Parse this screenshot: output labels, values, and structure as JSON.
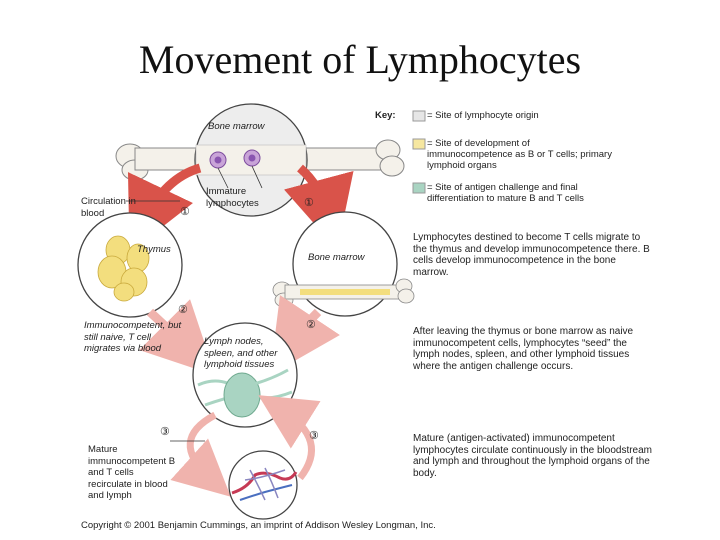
{
  "title": "Movement of Lymphocytes",
  "key": {
    "label": "Key:",
    "items": [
      {
        "text": "= Site of lymphocyte origin",
        "color": "#e6e6e6"
      },
      {
        "text": "= Site of development of immunocompetence as B or T cells; primary lymphoid organs",
        "color": "#f6e7a0"
      },
      {
        "text": "= Site of antigen challenge and final differentiation to mature B and T cells",
        "color": "#a9d4c2"
      }
    ]
  },
  "labels": {
    "bone_marrow_top": "Bone marrow",
    "immature_lymphocytes": "Immature lymphocytes",
    "circulation_in_blood": "Circulation in blood",
    "thymus": "Thymus",
    "bone_marrow_right": "Bone marrow",
    "immunocompetent": "Immunocompetent, but still naive, T cell migrates via blood",
    "lymph_nodes": "Lymph nodes, spleen, and other lymphoid tissues",
    "mature": "Mature immunocompetent B and T cells recirculate in blood and lymph"
  },
  "steps": {
    "one_left": "①",
    "one_right": "①",
    "two_left": "②",
    "two_right": "②",
    "three_left": "③",
    "three_right": "③"
  },
  "descriptions": {
    "d1": "Lymphocytes destined to become T cells migrate to the thymus and develop immunocompetence there. B cells develop immunocompetence in the bone marrow.",
    "d2": "After leaving the thymus or bone marrow as naive immunocompetent cells, lymphocytes “seed” the lymph nodes, spleen, and other lymphoid tissues where the antigen challenge occurs.",
    "d3": "Mature (antigen-activated) immunocompetent lymphocytes circulate continuously in the bloodstream and lymph and throughout the lymphoid organs of the body."
  },
  "copyright": "Copyright © 2001 Benjamin Cummings, an imprint of Addison Wesley Longman, Inc.",
  "colors": {
    "arrow": "#d9534a",
    "arrow_light": "#f0b3ad",
    "bone": "#f4f1ea",
    "thymus": "#f3de7e",
    "lymph": "#a9d4c2",
    "circle": "#444444"
  }
}
